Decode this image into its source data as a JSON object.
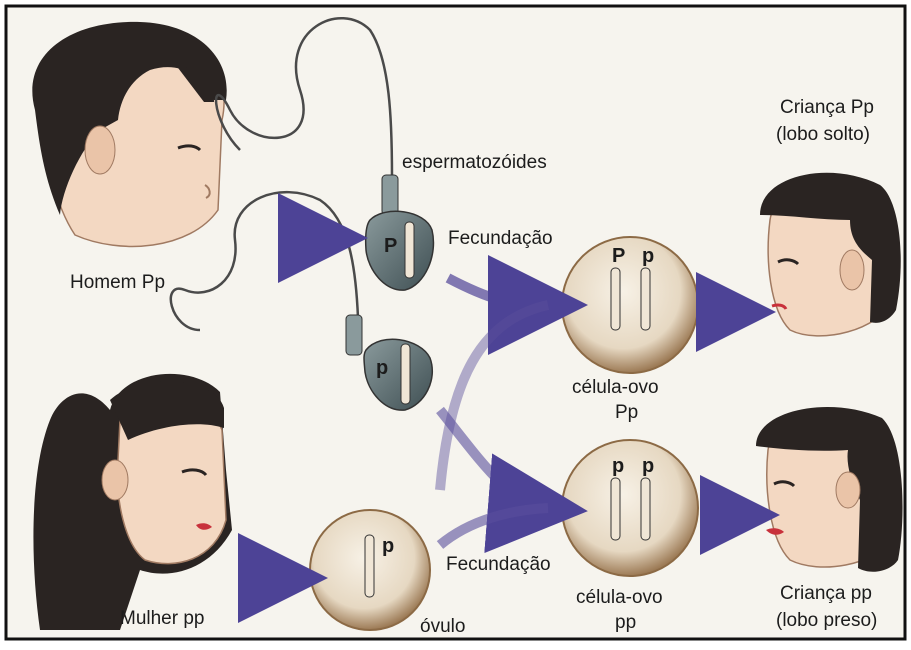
{
  "labels": {
    "man": "Homem Pp",
    "woman": "Mulher pp",
    "sperm": "espermatozóides",
    "fert_top": "Fecundação",
    "fert_bottom": "Fecundação",
    "zygote_top": "célula-ovo",
    "zygote_top_genotype": "Pp",
    "zygote_bottom": "célula-ovo",
    "zygote_bottom_genotype": "pp",
    "egg": "óvulo",
    "child_top": "Criança Pp",
    "child_top_trait": "(lobo solto)",
    "child_bottom": "Criança pp",
    "child_bottom_trait": "(lobo preso)"
  },
  "alleles": {
    "sperm_top": "P",
    "sperm_bottom": "p",
    "egg": "p",
    "zygote_top_left": "P",
    "zygote_top_right": "p",
    "zygote_bottom_left": "p",
    "zygote_bottom_right": "p"
  },
  "colors": {
    "background": "#f6f4ee",
    "frame": "#111111",
    "skin": "#f3d8c2",
    "hair": "#2a2422",
    "sperm_head": "#5b6e72",
    "cell_fill": "#ece2d3",
    "cell_edge": "#8c6a45",
    "arrow": "#5a4f9c",
    "lips": "#c8313b"
  }
}
